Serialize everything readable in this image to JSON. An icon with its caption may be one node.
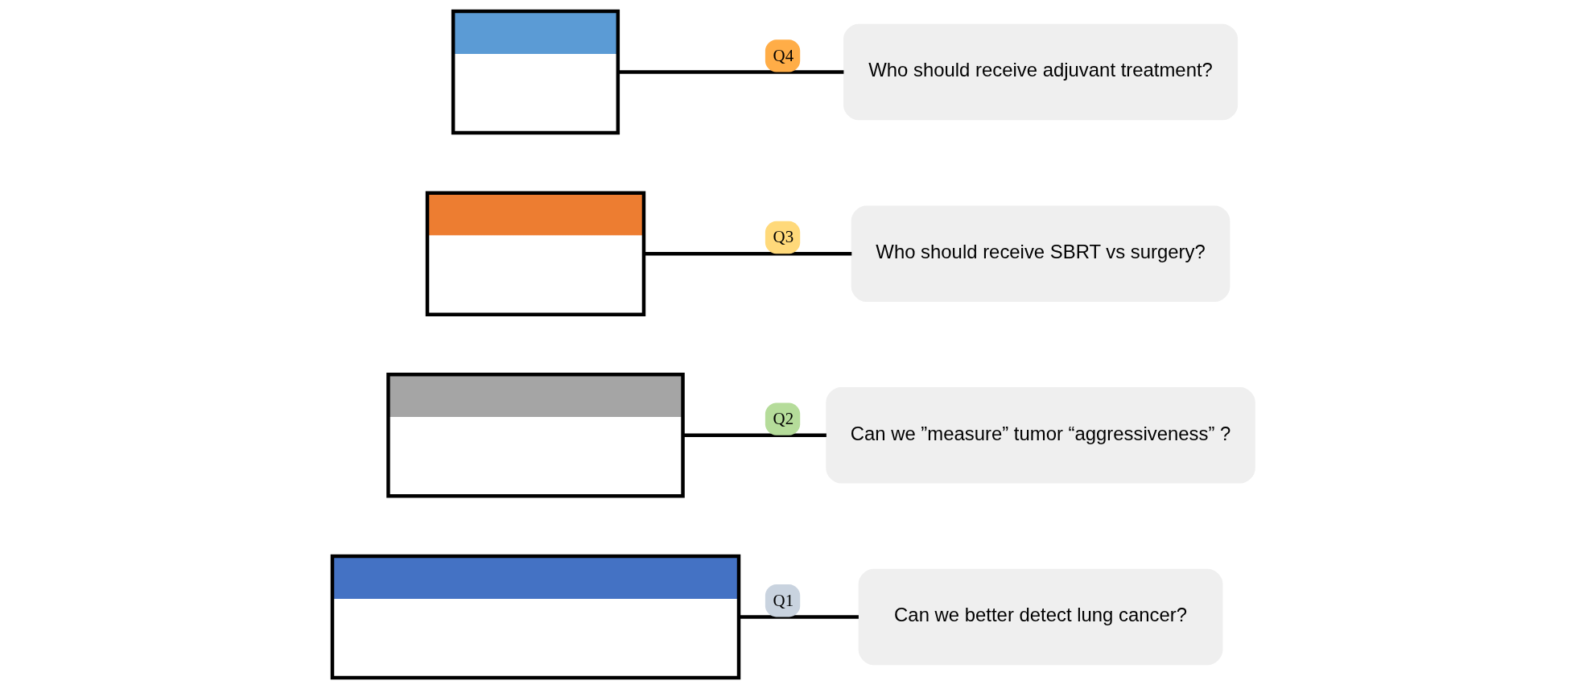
{
  "diagram": {
    "nodes": [
      {
        "text": [],
        "shape": "box"
      },
      {
        "text": [
          "Who should receive adjuvant treatment?"
        ]
      },
      {
        "text": [],
        "shape": "box"
      },
      {
        "text": [
          "Who should receive SBRT vs surgery?"
        ]
      },
      {
        "text": [],
        "shape": "box"
      },
      {
        "text": [
          "Can we ”measure” tumor “aggressiveness” ?"
        ]
      },
      {
        "text": [],
        "shape": "box"
      },
      {
        "text": [
          "Can we better detect lung cancer?"
        ]
      }
    ],
    "edges": [
      {
        "from": 0,
        "to": 1,
        "arrow": "none",
        "label": "Q4"
      },
      {
        "from": 2,
        "to": 3,
        "arrow": "none",
        "label": "Q3"
      },
      {
        "from": 4,
        "to": 5,
        "arrow": "none",
        "label": "Q2"
      },
      {
        "from": 6,
        "to": 7,
        "arrow": "none",
        "label": "Q1"
      }
    ]
  }
}
